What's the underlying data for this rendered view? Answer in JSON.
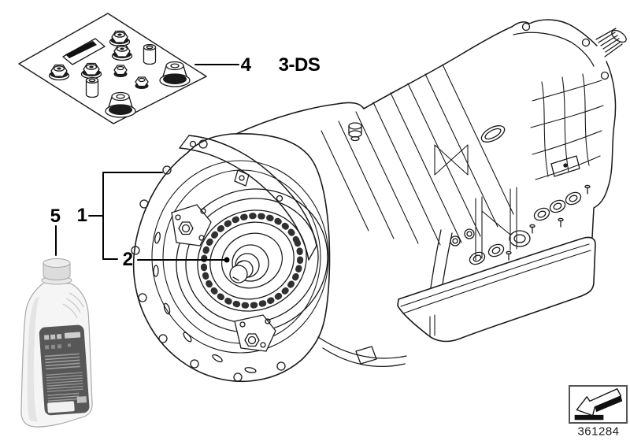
{
  "diagram": {
    "background": "#ffffff",
    "line_color": "#1a1a1a",
    "callout_color": "#000000",
    "description": "Exploded parts diagram: automatic gearbox with torque converter, gasket/fastener kit and transmission fluid bottle"
  },
  "callouts": {
    "transmission": "1",
    "torque_converter": "2",
    "fastener_kit": "4",
    "fluid_bottle": "5",
    "variant_code": "3-DS"
  },
  "footer": {
    "diagram_number": "361284"
  },
  "icons": {
    "direction_arrow": "diagram-direction-arrow-icon"
  }
}
